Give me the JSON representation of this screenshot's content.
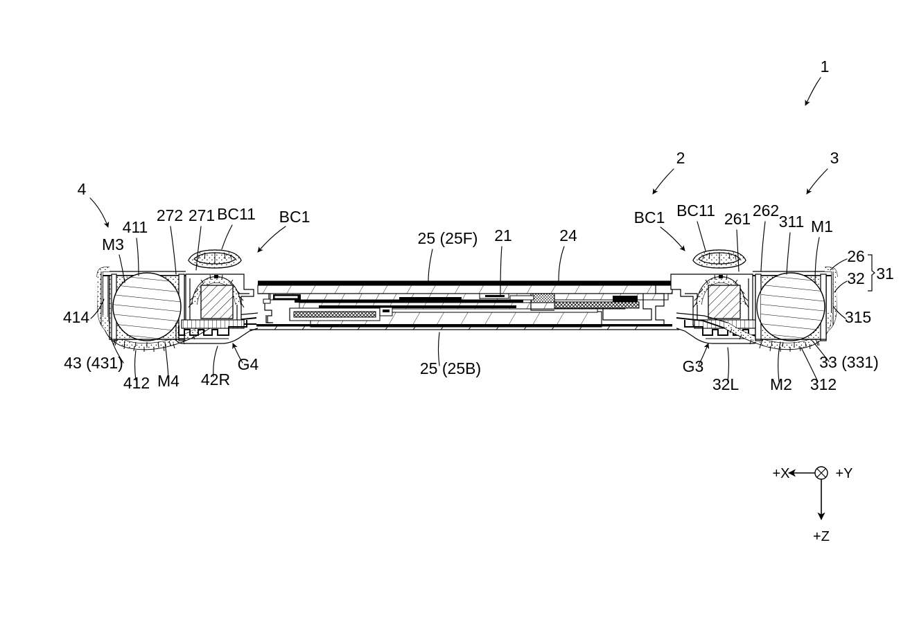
{
  "figure": {
    "type": "patent-cross-section-drawing",
    "title": "",
    "description": "Sectional view of an elongated device showing left and right rounded end housings with hatched circular members, a central flat body containing stacked boards, and two detached clip parts above."
  },
  "axis_indicator": {
    "name": "coordinate-axes",
    "x_label": "+X",
    "y_label": "+Y",
    "z_label": "+Z",
    "y_symbol": "into-page",
    "x_direction": "left",
    "z_direction": "down"
  },
  "callouts": {
    "assembly_1": "1",
    "assembly_2": "2",
    "assembly_3": "3",
    "assembly_4": "4"
  },
  "labels": {
    "left": {
      "m3": "M3",
      "n411": "411",
      "n272": "272",
      "n271": "271",
      "bc11": "BC11",
      "bc1": "BC1",
      "n414": "414",
      "n43_431": "43 (431)",
      "n412": "412",
      "m4": "M4",
      "n42r": "42R",
      "g4": "G4"
    },
    "center": {
      "n25_25f": "25 (25F)",
      "n21": "21",
      "n24": "24",
      "n25_25b": "25 (25B)"
    },
    "right": {
      "bc1": "BC1",
      "bc11": "BC11",
      "n261": "261",
      "n262": "262",
      "n311": "311",
      "m1": "M1",
      "n26": "26",
      "n32": "32",
      "n31": "31",
      "n315": "315",
      "n33_331": "33 (331)",
      "n312": "312",
      "m2": "M2",
      "n32l": "32L",
      "g3": "G3"
    }
  },
  "colors": {
    "ink": "#000000",
    "paper": "#ffffff"
  }
}
